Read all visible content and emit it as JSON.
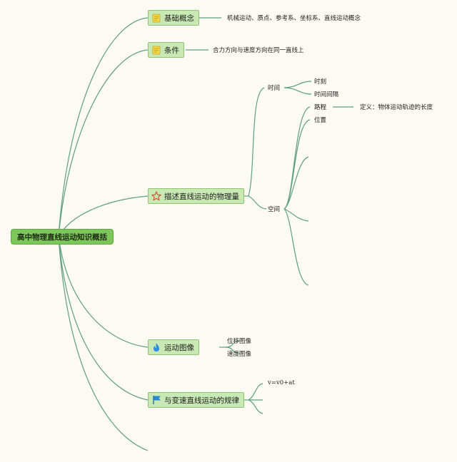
{
  "root": {
    "label": "高中物理直线运动知识概括"
  },
  "branches": {
    "basic": {
      "label": "基础概念",
      "icon": "note-icon",
      "detail": "机械运动、质点、参考系、坐标系、直线运动概念"
    },
    "condition": {
      "label": "条件",
      "icon": "note-icon",
      "detail": "合力方向与速度方向在同一直线上"
    },
    "quantities": {
      "label": "描述直线运动的物理量",
      "icon": "star-icon",
      "time": {
        "label": "时间",
        "items": [
          "时刻",
          "时间间隔"
        ]
      },
      "space": {
        "label": "空间",
        "path": "路程",
        "path_def": "定义：物体运动轨迹的长度",
        "position": "位置"
      }
    },
    "graphs": {
      "label": "运动图像",
      "icon": "flame-icon",
      "items": [
        "位移图像",
        "速度图像"
      ]
    },
    "laws": {
      "label": "与变速直线运动的规律",
      "icon": "flag-icon",
      "formula": "v=v0+at"
    }
  },
  "colors": {
    "line": "#5e9e82",
    "root_fill": "#7cc75a",
    "node_fill": "#c8e8b4",
    "background": "#fdfaf3"
  }
}
